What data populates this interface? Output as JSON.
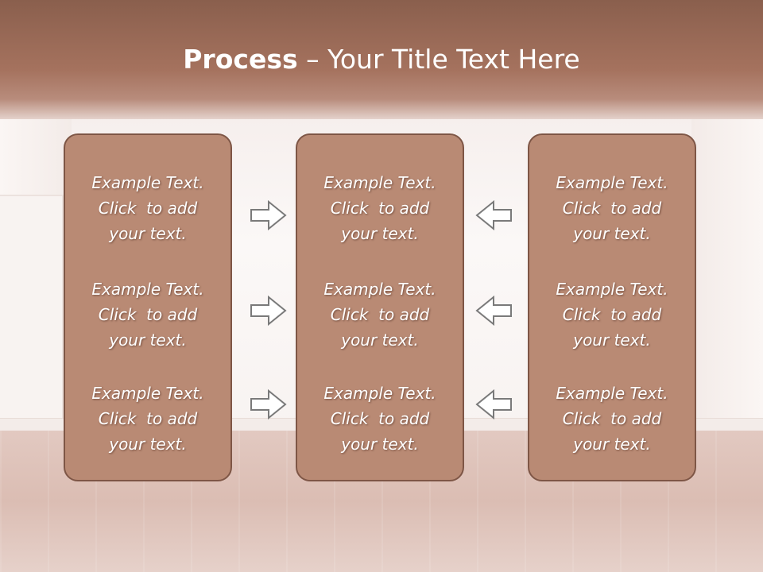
{
  "slide": {
    "title_strong": "Process",
    "title_rest": " – Your Title Text Here",
    "colors": {
      "panel_fill": "#b98a74",
      "panel_border": "#7e5646",
      "ceiling": "#a5725e",
      "arrow_stroke": "#7a7a7a"
    }
  },
  "panels": [
    {
      "blocks": [
        {
          "line1": "Example Text.",
          "line2": "Click  to add",
          "line3": "your text."
        },
        {
          "line1": "Example Text.",
          "line2": "Click  to add",
          "line3": "your text."
        },
        {
          "line1": "Example Text.",
          "line2": "Click  to add",
          "line3": "your text."
        }
      ]
    },
    {
      "blocks": [
        {
          "line1": "Example Text.",
          "line2": "Click  to add",
          "line3": "your text."
        },
        {
          "line1": "Example Text.",
          "line2": "Click  to add",
          "line3": "your text."
        },
        {
          "line1": "Example Text.",
          "line2": "Click  to add",
          "line3": "your text."
        }
      ]
    },
    {
      "blocks": [
        {
          "line1": "Example Text.",
          "line2": "Click  to add",
          "line3": "your text."
        },
        {
          "line1": "Example Text.",
          "line2": "Click  to add",
          "line3": "your text."
        },
        {
          "line1": "Example Text.",
          "line2": "Click  to add",
          "line3": "your text."
        }
      ]
    }
  ],
  "arrows": {
    "left_column": [
      "arrow-right-icon",
      "arrow-right-icon",
      "arrow-right-icon"
    ],
    "right_column": [
      "arrow-left-icon",
      "arrow-left-icon",
      "arrow-left-icon"
    ]
  }
}
